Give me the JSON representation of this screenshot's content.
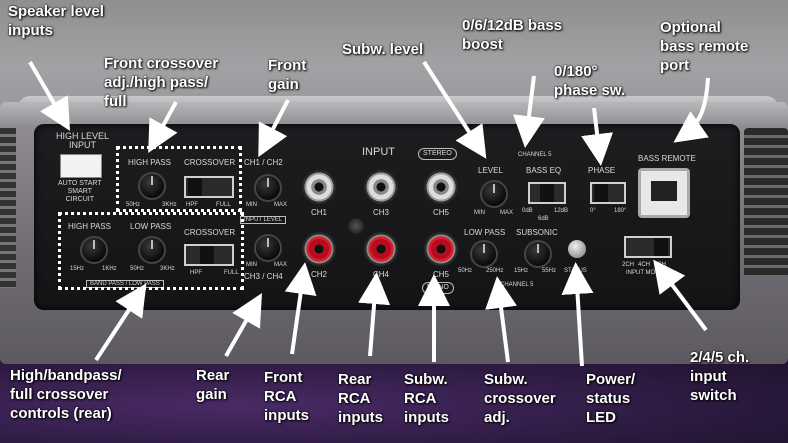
{
  "annotations": {
    "speaker_level": "Speaker level\ninputs",
    "front_crossover": "Front crossover\nadj./high pass/\nfull",
    "front_gain": "Front\ngain",
    "subw_level": "Subw. level",
    "bass_boost": "0/6/12dB bass\nboost",
    "optional_remote": "Optional\nbass remote\nport",
    "phase_switch": "0/180°\nphase sw.",
    "rear_crossover": "High/bandpass/\nfull crossover\ncontrols (rear)",
    "rear_gain": "Rear\ngain",
    "front_rca": "Front\nRCA\ninputs",
    "rear_rca": "Rear\nRCA\ninputs",
    "subw_rca": "Subw.\nRCA\ninputs",
    "subw_crossover": "Subw.\ncrossover\nadj.",
    "power_led": "Power/\nstatus\nLED",
    "input_switch": "2/4/5 ch.\ninput\nswitch"
  },
  "panel": {
    "high_level_input": "HIGH LEVEL\nINPUT",
    "auto_start": "AUTO START\nSMART\nCIRCUIT",
    "high_pass": "HIGH PASS",
    "crossover": "CROSSOVER",
    "hz50": "50Hz",
    "khz3": "3KHz",
    "hpf": "HPF",
    "full": "FULL",
    "ch1_ch2": "CH1 / CH2",
    "min": "MIN",
    "max": "MAX",
    "input_level": "INPUT LEVEL",
    "ch3_ch4": "CH3 / CH4",
    "rear_high_pass": "HIGH PASS",
    "rear_low_pass": "LOW PASS",
    "rear_crossover": "CROSSOVER",
    "hz15": "15Hz",
    "khz1": "1KHz",
    "rear_50hz": "50Hz",
    "rear_3khz": "3KHz",
    "rear_hpf": "HPF",
    "rear_full": "FULL",
    "band_pass": "BAND PASS / LOW PASS",
    "input": "INPUT",
    "ch1": "CH1",
    "ch2": "CH2",
    "ch3": "CH3",
    "ch4": "CH4",
    "ch5_top": "CH5",
    "ch5_bottom": "CH5",
    "stereo": "STEREO",
    "mono": "MONO",
    "channel5_top": "CHANNEL 5",
    "channel5_bottom": "CHANNEL 5",
    "level": "LEVEL",
    "bass_eq": "BASS EQ",
    "phase": "PHASE",
    "db0": "0dB",
    "db6": "6dB",
    "db12": "12dB",
    "deg0": "0°",
    "deg180": "180°",
    "low_pass": "LOW PASS",
    "subsonic": "SUBSONIC",
    "sub_50hz": "50Hz",
    "sub_250hz": "250Hz",
    "sub_15hz": "15Hz",
    "sub_55hz": "55Hz",
    "status": "STATUS",
    "bass_remote": "BASS REMOTE",
    "ch2_mode": "2CH",
    "ch4_mode": "4CH",
    "ch5_mode": "5CH",
    "input_mode": "INPUT MODE"
  }
}
